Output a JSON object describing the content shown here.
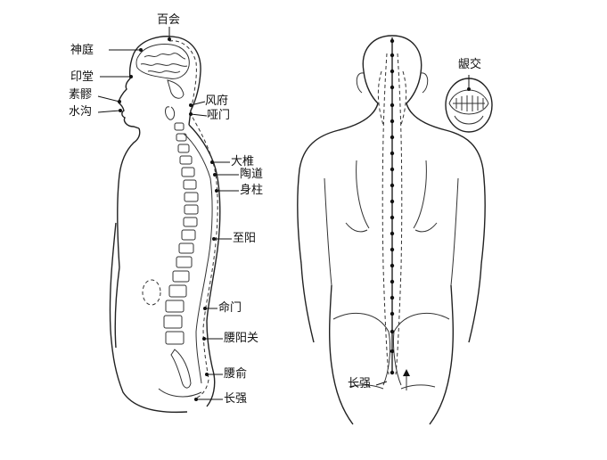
{
  "labels": {
    "baihui": "百会",
    "shenting": "神庭",
    "yintang": "印堂",
    "suliao": "素髎",
    "shuigou": "水沟",
    "fengfu": "风府",
    "yamen": "哑门",
    "dazhui": "大椎",
    "taodao": "陶道",
    "shenzhu": "身柱",
    "zhiyang": "至阳",
    "mingmen": "命门",
    "yaoyangguan": "腰阳关",
    "yaoshu": "腰俞",
    "changqiang_side": "长强",
    "yinjiao": "龈交",
    "changqiang_back": "长强"
  }
}
